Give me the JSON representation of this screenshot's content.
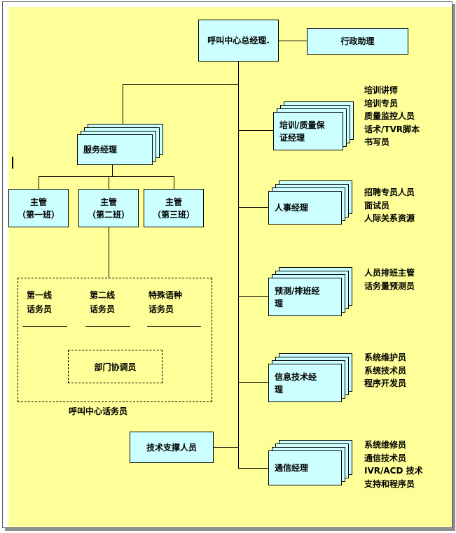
{
  "colors": {
    "canvas_bg": "#ffff99",
    "box_fill": "#ccffff",
    "line": "#000000"
  },
  "chart": {
    "general_manager": "呼叫中心总经理.",
    "admin_assistant": "行政助理",
    "service_manager": "服务经理",
    "supervisors": [
      "主管\n（第一班）",
      "主管\n（第二班）",
      "主管\n（第三班）"
    ],
    "agent_group": {
      "first_line": "第一线\n话务员",
      "second_line": "第二线\n话务员",
      "special_lang": "特殊语种\n话务员",
      "coordinator": "部门协调员",
      "caption": "呼叫中心话务员"
    },
    "tech_support": "技术支撑人员",
    "managers": [
      {
        "id": "training",
        "title": "培训/质量保\n证经理",
        "notes": "培训讲师\n培训专员\n质量监控人员\n话术/TVR脚本\n书写员"
      },
      {
        "id": "hr",
        "title": "人事经理",
        "notes": "招聘专员人员\n面试员\n人际关系资源"
      },
      {
        "id": "forecast",
        "title": "预测/排班经\n理",
        "notes": "人员排班主管\n话务量预测员"
      },
      {
        "id": "it",
        "title": "信息技术经\n理",
        "notes": "系统维护员\n系统技术员\n程序开发员"
      },
      {
        "id": "comm",
        "title": "通信经理",
        "notes": "系统维修员\n通信技术员\nIVR/ACD 技术\n支持和程序员"
      }
    ]
  }
}
